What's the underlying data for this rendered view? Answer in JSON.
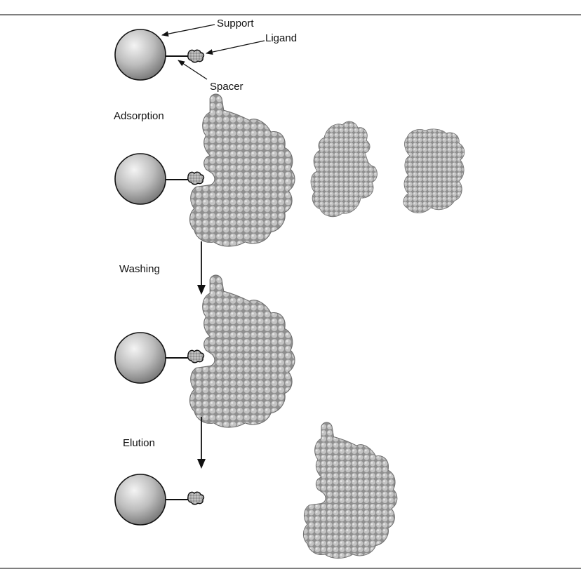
{
  "labels": {
    "support": "Support",
    "ligand": "Ligand",
    "spacer": "Spacer",
    "adsorption": "Adsorption",
    "washing": "Washing",
    "elution": "Elution"
  },
  "colors": {
    "sphere_light": "#f4f4f4",
    "sphere_mid": "#bdbdbd",
    "sphere_dark": "#7a7a7a",
    "protein_base": "#8e8e8e",
    "protein_bead": "#c4c4c4",
    "ligand_fill": "#b5b5b5",
    "stroke": "#111111",
    "rule": "#333333"
  },
  "icons": {
    "support": "sphere-icon",
    "ligand": "ligand-blob-icon",
    "protein": "protein-molecule-icon"
  }
}
